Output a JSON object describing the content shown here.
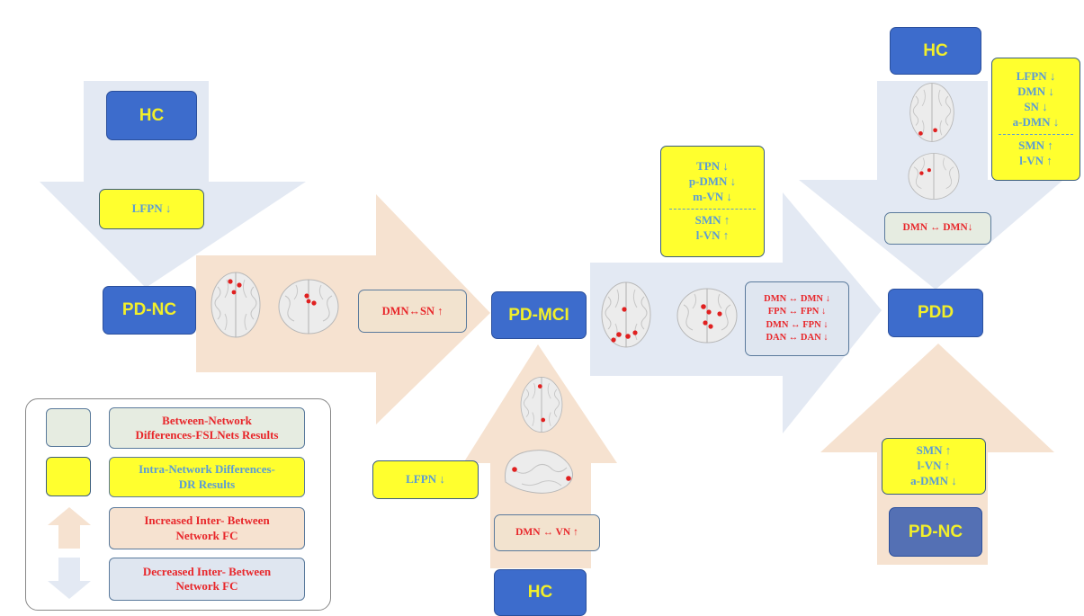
{
  "nodes": {
    "hc_top_left": "HC",
    "pd_nc_left": "PD-NC",
    "pd_mci": "PD-MCI",
    "hc_bottom": "HC",
    "pdd": "PDD",
    "hc_top_right": "HC",
    "pd_nc_right": "PD-NC"
  },
  "hc_to_pdnc": {
    "intra": [
      "LFPN ↓"
    ]
  },
  "pdnc_to_pdmci": {
    "between": [
      "DMN↔SN ↑"
    ]
  },
  "hc_to_pdmci": {
    "intra": [
      "LFPN ↓"
    ],
    "between": [
      "DMN ↔ VN ↑"
    ]
  },
  "pdmci_to_pdd": {
    "intra_decreased": [
      "TPN ↓",
      "p-DMN ↓",
      "m-VN ↓"
    ],
    "intra_increased": [
      "SMN ↑",
      "l-VN ↑"
    ],
    "between": [
      "DMN ↔  DMN ↓",
      "FPN  ↔  FPN ↓",
      "DMN ↔  FPN ↓",
      "DAN  ↔  DAN ↓"
    ]
  },
  "hc_to_pdd": {
    "intra_decreased": [
      "LFPN ↓",
      "DMN ↓",
      "SN ↓",
      "a-DMN ↓"
    ],
    "intra_increased": [
      "SMN ↑",
      "l-VN ↑"
    ],
    "between": [
      "DMN ↔ DMN↓"
    ]
  },
  "pdnc_to_pdd": {
    "intra": [
      "SMN ↑",
      "l-VN ↑",
      "a-DMN ↓"
    ]
  },
  "legend": {
    "between_network": [
      "Between-Network",
      "Differences-FSLNets Results"
    ],
    "intra_network": [
      "Intra-Network Differences-",
      "DR Results"
    ],
    "increased": [
      "Increased Inter- Between",
      "Network FC"
    ],
    "decreased": [
      "Decreased Inter- Between",
      "Network FC"
    ]
  },
  "colors": {
    "node_fill": "#3d6ccc",
    "node_text": "#f2ef2a",
    "intra_box": "#ffff2e",
    "intra_text": "#5a9bd6",
    "between_text": "#e8262a",
    "increased_arrow": "#f6e2d0",
    "decreased_arrow": "#e3e9f3"
  }
}
